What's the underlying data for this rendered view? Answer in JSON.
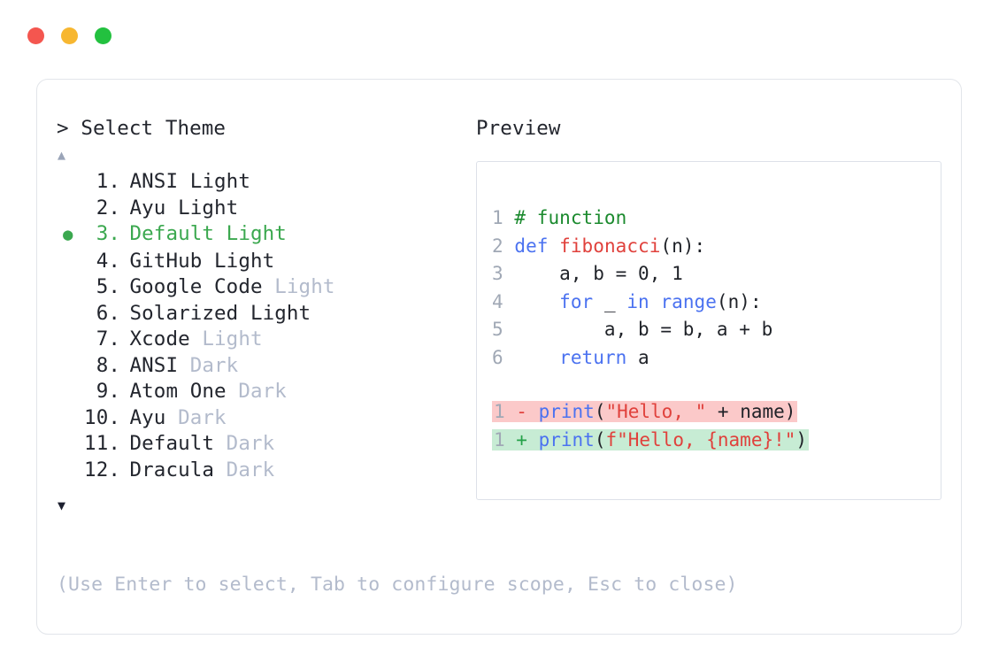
{
  "window": {
    "traffic_lights": [
      {
        "name": "close-button",
        "color": "#f4564f"
      },
      {
        "name": "minimize-button",
        "color": "#f7b731"
      },
      {
        "name": "maximize-button",
        "color": "#23c13f"
      }
    ]
  },
  "selector": {
    "prompt_chevron": ">",
    "prompt_label": "Select Theme",
    "scroll_up_glyph": "▲",
    "scroll_down_glyph": "▼",
    "selected_index": 3,
    "selected_marker": "●",
    "accent_color": "#3ba84f",
    "items": [
      {
        "num": " 1.",
        "name": "ANSI",
        "variant": "Light",
        "variant_muted": false,
        "selected": false
      },
      {
        "num": " 2.",
        "name": "Ayu",
        "variant": "Light",
        "variant_muted": false,
        "selected": false
      },
      {
        "num": " 3.",
        "name": "Default",
        "variant": "Light",
        "variant_muted": false,
        "selected": true
      },
      {
        "num": " 4.",
        "name": "GitHub",
        "variant": "Light",
        "variant_muted": false,
        "selected": false
      },
      {
        "num": " 5.",
        "name": "Google Code",
        "variant": "Light",
        "variant_muted": true,
        "selected": false
      },
      {
        "num": " 6.",
        "name": "Solarized",
        "variant": "Light",
        "variant_muted": false,
        "selected": false
      },
      {
        "num": " 7.",
        "name": "Xcode",
        "variant": "Light",
        "variant_muted": true,
        "selected": false
      },
      {
        "num": " 8.",
        "name": "ANSI",
        "variant": "Dark",
        "variant_muted": true,
        "selected": false
      },
      {
        "num": " 9.",
        "name": "Atom One",
        "variant": "Dark",
        "variant_muted": true,
        "selected": false
      },
      {
        "num": "10.",
        "name": "Ayu",
        "variant": "Dark",
        "variant_muted": true,
        "selected": false
      },
      {
        "num": "11.",
        "name": "Default",
        "variant": "Dark",
        "variant_muted": true,
        "selected": false
      },
      {
        "num": "12.",
        "name": "Dracula",
        "variant": "Dark",
        "variant_muted": true,
        "selected": false
      }
    ]
  },
  "preview": {
    "title": "Preview",
    "code_lines": [
      {
        "ln": "1",
        "tokens": [
          {
            "t": "# function",
            "c": "comment"
          }
        ]
      },
      {
        "ln": "2",
        "tokens": [
          {
            "t": "def ",
            "c": "kw"
          },
          {
            "t": "fibonacci",
            "c": "fn"
          },
          {
            "t": "(n):",
            "c": "plain"
          }
        ]
      },
      {
        "ln": "3",
        "tokens": [
          {
            "t": "    a, b = 0, 1",
            "c": "plain"
          }
        ]
      },
      {
        "ln": "4",
        "tokens": [
          {
            "t": "    ",
            "c": "plain"
          },
          {
            "t": "for",
            "c": "kw"
          },
          {
            "t": " _ ",
            "c": "plain"
          },
          {
            "t": "in",
            "c": "kw"
          },
          {
            "t": " ",
            "c": "plain"
          },
          {
            "t": "range",
            "c": "builtin"
          },
          {
            "t": "(n):",
            "c": "plain"
          }
        ]
      },
      {
        "ln": "5",
        "tokens": [
          {
            "t": "        a, b = b, a + b",
            "c": "plain"
          }
        ]
      },
      {
        "ln": "6",
        "tokens": [
          {
            "t": "    ",
            "c": "plain"
          },
          {
            "t": "return",
            "c": "kw"
          },
          {
            "t": " a",
            "c": "plain"
          }
        ]
      }
    ],
    "diff_lines": [
      {
        "ln": "1",
        "kind": "del",
        "mark": "-",
        "tokens": [
          {
            "t": "print",
            "c": "builtin"
          },
          {
            "t": "(",
            "c": "plain"
          },
          {
            "t": "\"Hello, \"",
            "c": "str"
          },
          {
            "t": " + name)",
            "c": "plain"
          }
        ]
      },
      {
        "ln": "1",
        "kind": "add",
        "mark": "+",
        "tokens": [
          {
            "t": "print",
            "c": "builtin"
          },
          {
            "t": "(",
            "c": "plain"
          },
          {
            "t": "f\"Hello, {name}!\"",
            "c": "str"
          },
          {
            "t": ")",
            "c": "plain"
          }
        ]
      }
    ],
    "colors": {
      "comment": "#1b8a2e",
      "keyword": "#4b72f0",
      "function": "#e0413c",
      "string": "#e0413c",
      "line_number": "#a0a8b5",
      "diff_del_bg": "#fbc9c9",
      "diff_add_bg": "#c7ecd4"
    }
  },
  "footer": {
    "help_text": "(Use Enter to select, Tab to configure scope, Esc to close)"
  }
}
